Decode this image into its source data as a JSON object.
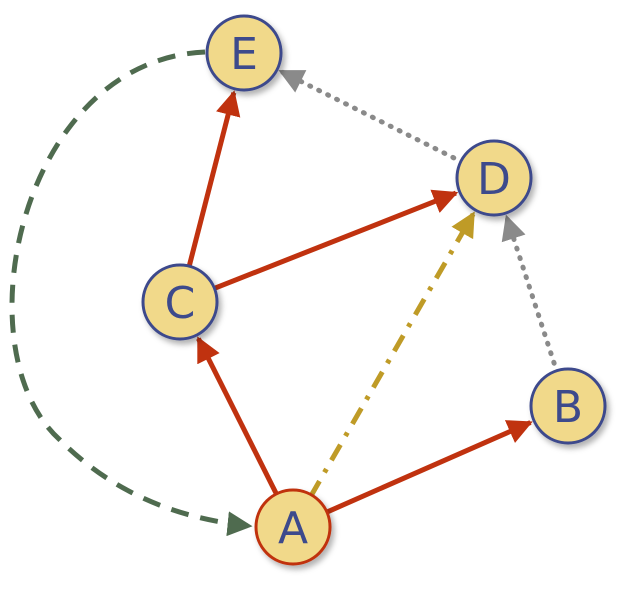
{
  "nodes": [
    {
      "id": "A",
      "label": "A",
      "highlight": true
    },
    {
      "id": "B",
      "label": "B",
      "highlight": false
    },
    {
      "id": "C",
      "label": "C",
      "highlight": false
    },
    {
      "id": "D",
      "label": "D",
      "highlight": false
    },
    {
      "id": "E",
      "label": "E",
      "highlight": false
    }
  ],
  "edges": [
    {
      "from": "A",
      "to": "C",
      "style": "solid",
      "color": "#c0320f"
    },
    {
      "from": "A",
      "to": "B",
      "style": "solid",
      "color": "#c0320f"
    },
    {
      "from": "C",
      "to": "E",
      "style": "solid",
      "color": "#c0320f"
    },
    {
      "from": "C",
      "to": "D",
      "style": "solid",
      "color": "#c0320f"
    },
    {
      "from": "A",
      "to": "D",
      "style": "dash-dot",
      "color": "#bf9b27"
    },
    {
      "from": "D",
      "to": "E",
      "style": "dotted",
      "color": "#8a8a8a"
    },
    {
      "from": "B",
      "to": "D",
      "style": "dotted",
      "color": "#8a8a8a"
    },
    {
      "from": "E",
      "to": "A",
      "style": "dashed-curve",
      "color": "#4f6b4f"
    }
  ],
  "colors": {
    "node_fill": "#f1d98a",
    "node_stroke": "#3d4a8c",
    "node_highlight_stroke": "#c0320f",
    "label": "#3d4a8c"
  }
}
